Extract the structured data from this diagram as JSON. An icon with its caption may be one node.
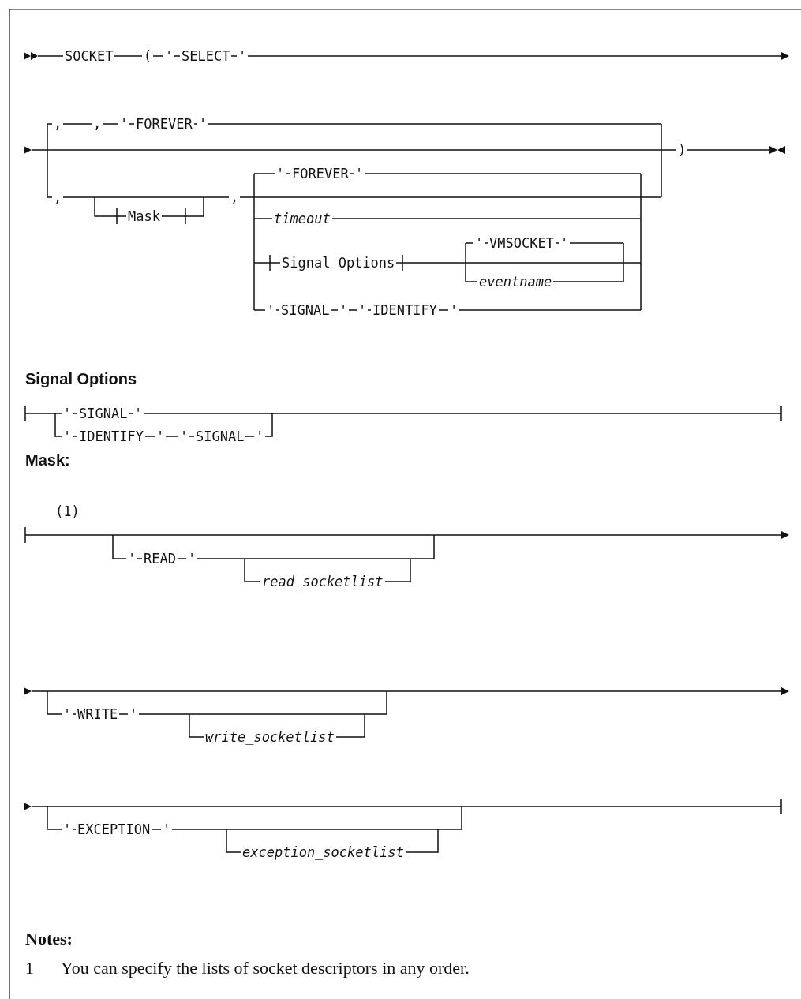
{
  "diagram": {
    "labels": [
      "SOCKET",
      "(",
      "'",
      "SELECT",
      "'",
      ",",
      ",",
      "'",
      "FOREVER",
      "'",
      ")",
      ",",
      "Mask",
      ",",
      "'",
      "FOREVER",
      "'",
      "timeout",
      "'",
      "VMSOCKET",
      "'",
      "Signal Options",
      "eventname",
      "'",
      "SIGNAL",
      "'",
      "'",
      "IDENTIFY",
      "'",
      "Signal Options",
      "'",
      "SIGNAL",
      "'",
      "'",
      "IDENTIFY",
      "'",
      "'",
      "SIGNAL",
      "'",
      "Mask:",
      "(1)",
      "'",
      "READ",
      "'",
      "read_socketlist",
      "'",
      "WRITE",
      "'",
      "write_socketlist",
      "'",
      "EXCEPTION",
      "'",
      "exception_socketlist",
      "Notes:",
      "1",
      "You can specify the lists of socket descriptors in any order."
    ]
  }
}
